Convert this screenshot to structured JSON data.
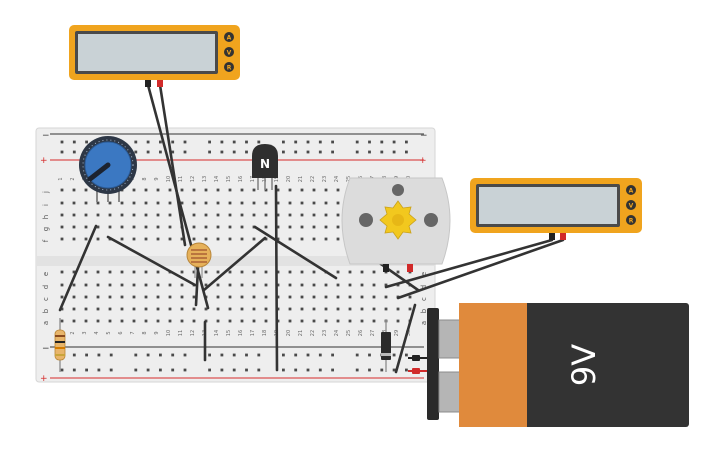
{
  "colors": {
    "board": "#eeeeee",
    "rail_red": "#d62b2b",
    "rail_dark": "#333333",
    "multimeter_body": "#f0a41e",
    "multimeter_screen": "#c9d2d6",
    "wire": "#333333",
    "battery_body": "#333333",
    "battery_label": "#e08a3c",
    "probe_red": "#d12a2a",
    "probe_black": "#222222"
  },
  "breadboard": {
    "rail_minus_label": "−",
    "rail_plus_label": "+",
    "rows_top": [
      "j",
      "i",
      "h",
      "g",
      "f"
    ],
    "rows_bottom": [
      "e",
      "d",
      "c",
      "b",
      "a"
    ],
    "columns": [
      "1",
      "2",
      "3",
      "4",
      "5",
      "6",
      "7",
      "8",
      "9",
      "10",
      "11",
      "12",
      "13",
      "14",
      "15",
      "16",
      "17",
      "18",
      "19",
      "20",
      "21",
      "22",
      "23",
      "24",
      "25",
      "26",
      "27",
      "28",
      "29",
      "30"
    ]
  },
  "multimeter_top": {
    "buttons": [
      "A",
      "V",
      "R"
    ]
  },
  "multimeter_right": {
    "buttons": [
      "A",
      "V",
      "R"
    ]
  },
  "transistor": {
    "label": "N"
  },
  "battery": {
    "label": "9V"
  }
}
